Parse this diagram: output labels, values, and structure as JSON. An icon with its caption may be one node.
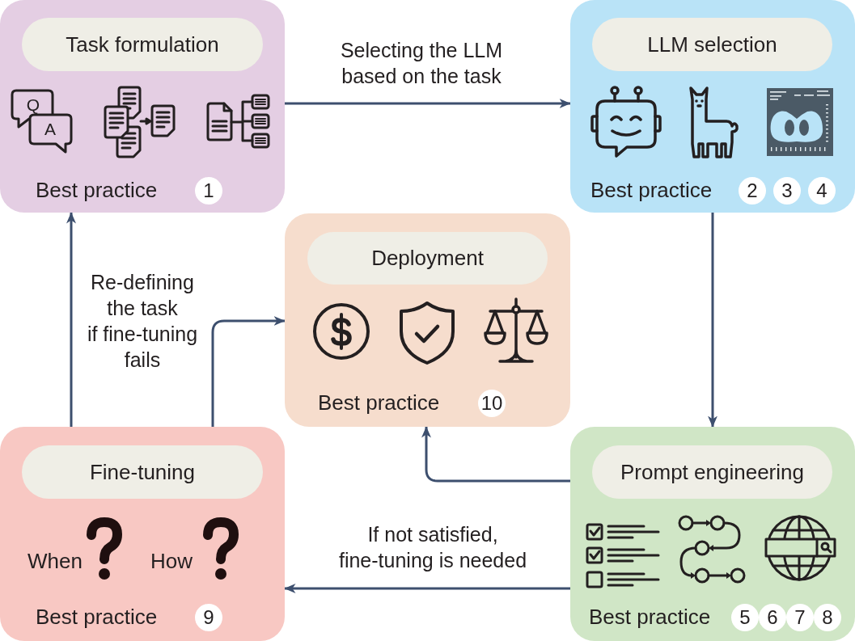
{
  "diagram": {
    "nodes": [
      {
        "text": [
          "Q",
          "A",
          "Best practice"
        ]
      },
      {
        "text": [
          "Task formulation"
        ],
        "in": 0
      },
      {
        "text": [
          "1"
        ],
        "in": 0
      },
      {
        "text": [
          "Best practice"
        ]
      },
      {
        "text": [
          "LLM selection"
        ],
        "in": 3
      },
      {
        "text": [
          "2"
        ],
        "in": 3
      },
      {
        "text": [
          "3"
        ],
        "in": 3
      },
      {
        "text": [
          "4"
        ],
        "in": 3
      },
      {
        "text": [
          "Best practice"
        ]
      },
      {
        "text": [
          "Deployment"
        ],
        "in": 8
      },
      {
        "text": [
          "10"
        ],
        "in": 8
      },
      {
        "text": [
          "When",
          "How",
          "Best practice"
        ]
      },
      {
        "text": [
          "Fine-tuning"
        ],
        "in": 11
      },
      {
        "text": [
          "9"
        ],
        "in": 11
      },
      {
        "text": [
          "Best practice"
        ]
      },
      {
        "text": [
          "Prompt engineering"
        ],
        "in": 14
      },
      {
        "text": [
          "5"
        ],
        "in": 14
      },
      {
        "text": [
          "6"
        ],
        "in": 14
      },
      {
        "text": [
          "7"
        ],
        "in": 14
      },
      {
        "text": [
          "8"
        ],
        "in": 14
      }
    ],
    "edges": [
      {
        "from": 0,
        "to": 3,
        "arrow": "to",
        "label": "Selecting the LLM based on the task"
      },
      {
        "from": 3,
        "to": 14,
        "arrow": "to"
      },
      {
        "from": 14,
        "to": 8,
        "arrow": "to"
      },
      {
        "from": 14,
        "to": 11,
        "arrow": "to",
        "label": "If not satisfied, fine-tuning is needed"
      },
      {
        "from": 11,
        "to": 0,
        "arrow": "to",
        "label": "Re-defining the task if fine-tuning fails"
      },
      {
        "from": 11,
        "to": 8,
        "arrow": "to"
      }
    ]
  }
}
